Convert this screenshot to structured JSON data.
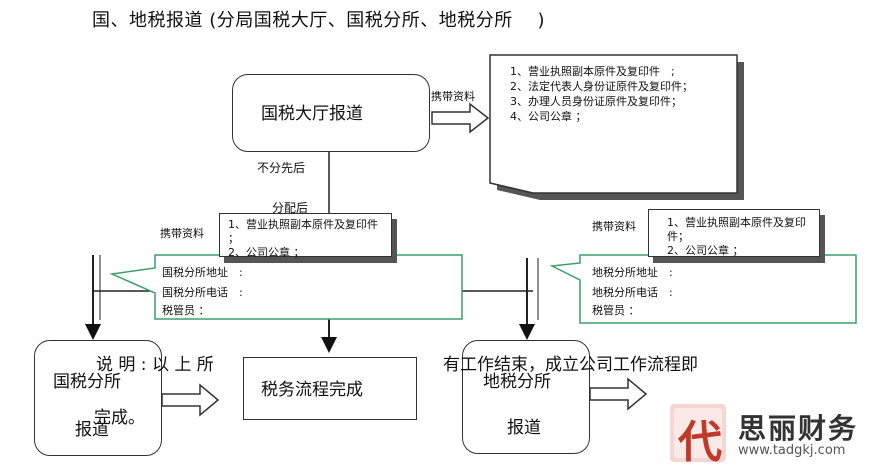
{
  "title": "国、地税报道 (分局国税大厅、国税分所、地税分所 　)",
  "nodes": {
    "gs_hall": "国税大厅报道",
    "gs_office_line1": "国税分所",
    "gs_office_line2": "报道",
    "ds_office_line1": "地税分所",
    "ds_office_line2": "报道",
    "complete": "税务流程完成"
  },
  "labels": {
    "bring_materials_top": "携带资料",
    "order_any": "不分先后",
    "after_assign": "分配后",
    "bring_materials_left": "携带资料",
    "bring_materials_right": "携带资料"
  },
  "doc_top": {
    "lines": [
      "1、营业执照副本原件及复印件　;",
      "2、法定代表人身份证原件及复印件；",
      "3、办理人员身份证原件及复印件；",
      "4、公司公章 ；"
    ]
  },
  "doc_left": {
    "lines": [
      "1、营业执照副本原件及复印件 ；",
      "2、公司公章 ；"
    ]
  },
  "doc_right": {
    "lines": [
      "1、营业执照副本原件及复印件；",
      "2、公司公章 ；"
    ]
  },
  "callout_left": {
    "address": "国税分所地址　:",
    "phone": "国税分所电话　:",
    "manager": "税管员 ："
  },
  "callout_right": {
    "address": "地税分所地址　:",
    "phone": "地税分所电话　:",
    "manager": "税管员 ："
  },
  "note": {
    "part1": "说 明 : 以 上 所",
    "part2": "有工作结束，成立公司工作流程即",
    "part3": "完成。"
  },
  "watermark": {
    "char": "代",
    "name": "思丽财务",
    "url": "www.tadgkj.com"
  },
  "colors": {
    "callout_border": "#3aa06a",
    "line": "#222222",
    "logo_red": "#c0392b"
  }
}
